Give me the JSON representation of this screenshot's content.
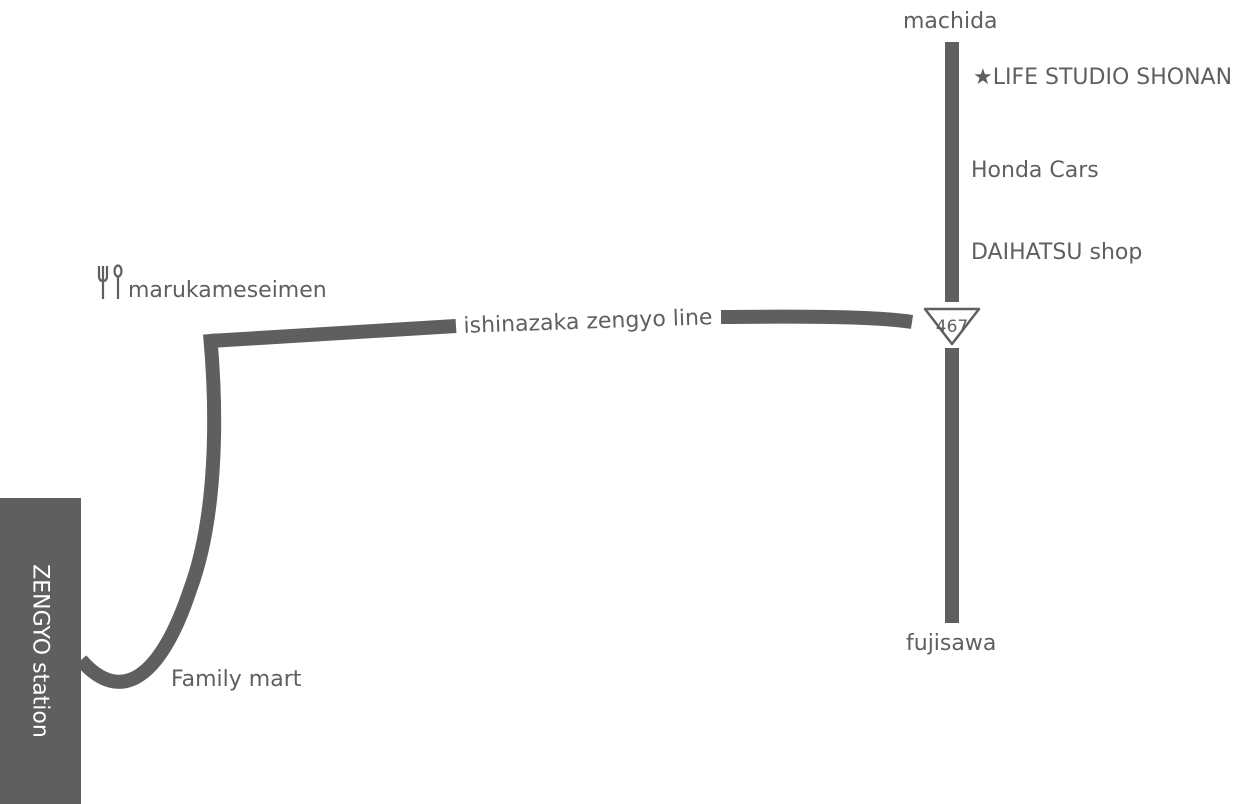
{
  "places": {
    "north": "machida",
    "south": "fujisawa",
    "life_studio": "LIFE STUDIO SHONAN",
    "honda": "Honda Cars",
    "daihatsu": "DAIHATSU shop",
    "restaurant": "marukameseimen",
    "family_mart": "Family mart",
    "station": "ZENGYO station"
  },
  "road": {
    "line_name": "ishinazaka zengyo line",
    "route_number": "467"
  },
  "icons": {
    "star": "★",
    "restaurant_icon": "fork-spoon-icon"
  },
  "colors": {
    "road": "#5f5f5f",
    "text": "#5f5f5f",
    "background": "#ffffff"
  }
}
